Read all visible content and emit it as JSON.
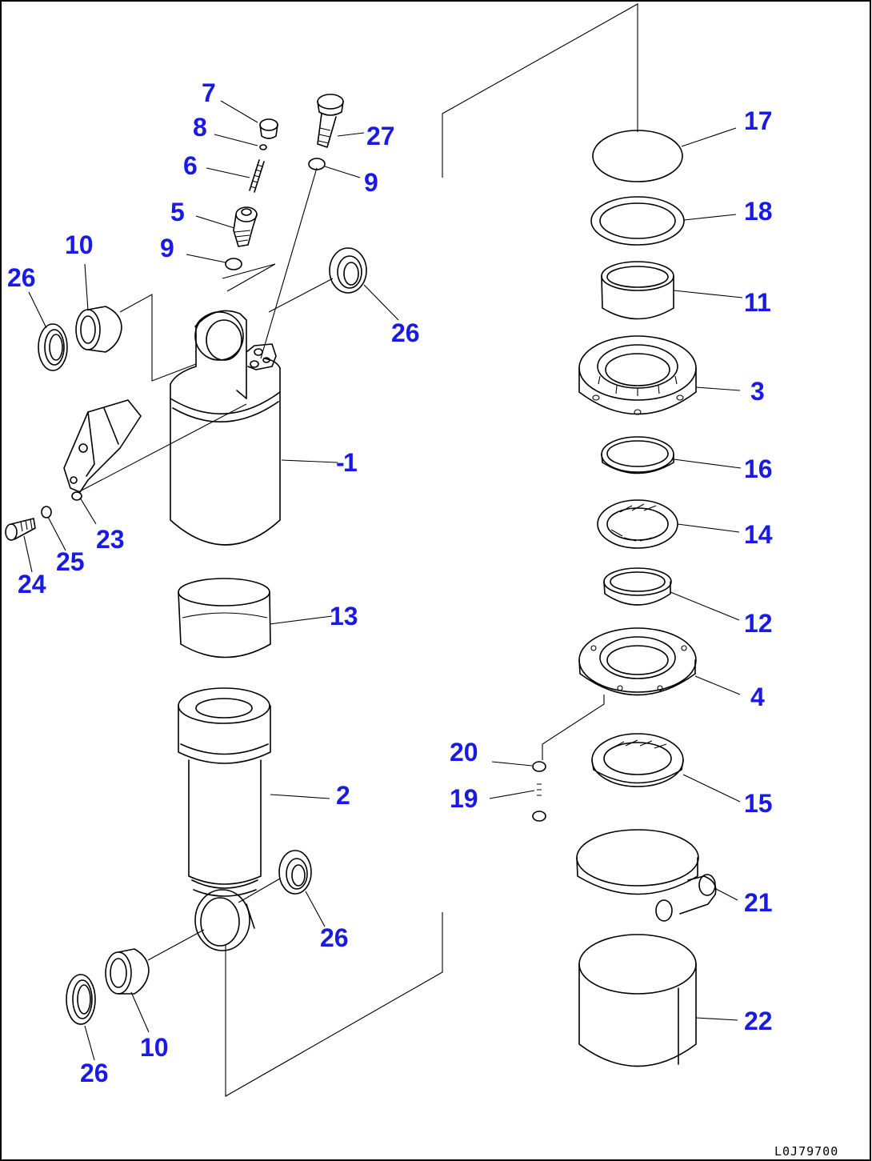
{
  "labels": {
    "l7": "7",
    "l8": "8",
    "l6": "6",
    "l5": "5",
    "l9a": "9",
    "l27": "27",
    "l9b": "9",
    "l10a": "10",
    "l26a": "26",
    "l26b": "26",
    "l1": "1",
    "l23": "23",
    "l25": "25",
    "l24": "24",
    "l13": "13",
    "l2": "2",
    "l26c": "26",
    "l10b": "10",
    "l26d": "26",
    "l17": "17",
    "l18": "18",
    "l11": "11",
    "l3": "3",
    "l16": "16",
    "l14": "14",
    "l12": "12",
    "l4": "4",
    "l20": "20",
    "l19": "19",
    "l15": "15",
    "l21": "21",
    "l22": "22"
  },
  "drawing_code": "L0J79700"
}
